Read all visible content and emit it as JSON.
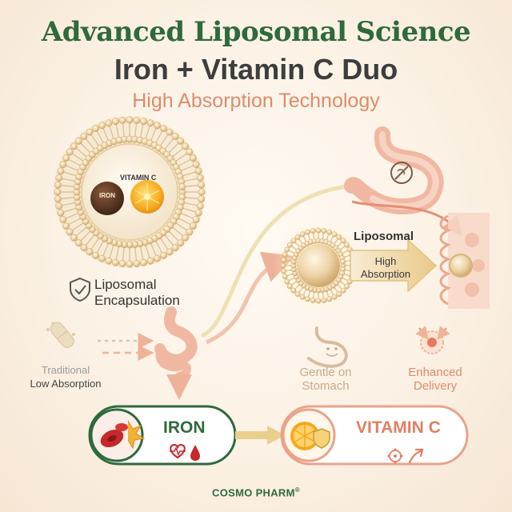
{
  "header": {
    "title": "Advanced Liposomal Science",
    "subtitle": "Iron + Vitamin C Duo",
    "tagline": "High Absorption Technology"
  },
  "liposome": {
    "vitamin_c_label": "VITAMIN C",
    "iron_label": "IRON",
    "encapsulation_label_line1": "Liposomal",
    "encapsulation_label_line2": "Encapsulation"
  },
  "traditional": {
    "line1": "Traditional",
    "line2": "Low Absorption"
  },
  "liposomal_path": {
    "title": "Liposomal",
    "arrow_line1": "High",
    "arrow_line2": "Absorption"
  },
  "benefits": {
    "gentle_line1": "Gentle on",
    "gentle_line2": "Stomach",
    "enhanced_line1": "Enhanced",
    "enhanced_line2": "Delivery"
  },
  "pills": {
    "iron": "IRON",
    "vitamin_c": "VITAMIN C"
  },
  "brand": {
    "name": "COSMO PHARM",
    "mark": "®"
  },
  "colors": {
    "green": "#2f6a3c",
    "coral": "#e08b6e",
    "gold": "#d8b680",
    "dark_text": "#3d3d3d"
  },
  "icons": [
    "shield-check-icon",
    "capsule-icon",
    "stomach-icon",
    "no-irritation-icon",
    "heart-pulse-icon",
    "blood-drop-icon",
    "orange-slice-icon",
    "shield-icon",
    "molecule-icon",
    "growth-arrow-icon",
    "red-blood-cell-icon",
    "happy-stomach-icon",
    "target-cell-icon"
  ]
}
